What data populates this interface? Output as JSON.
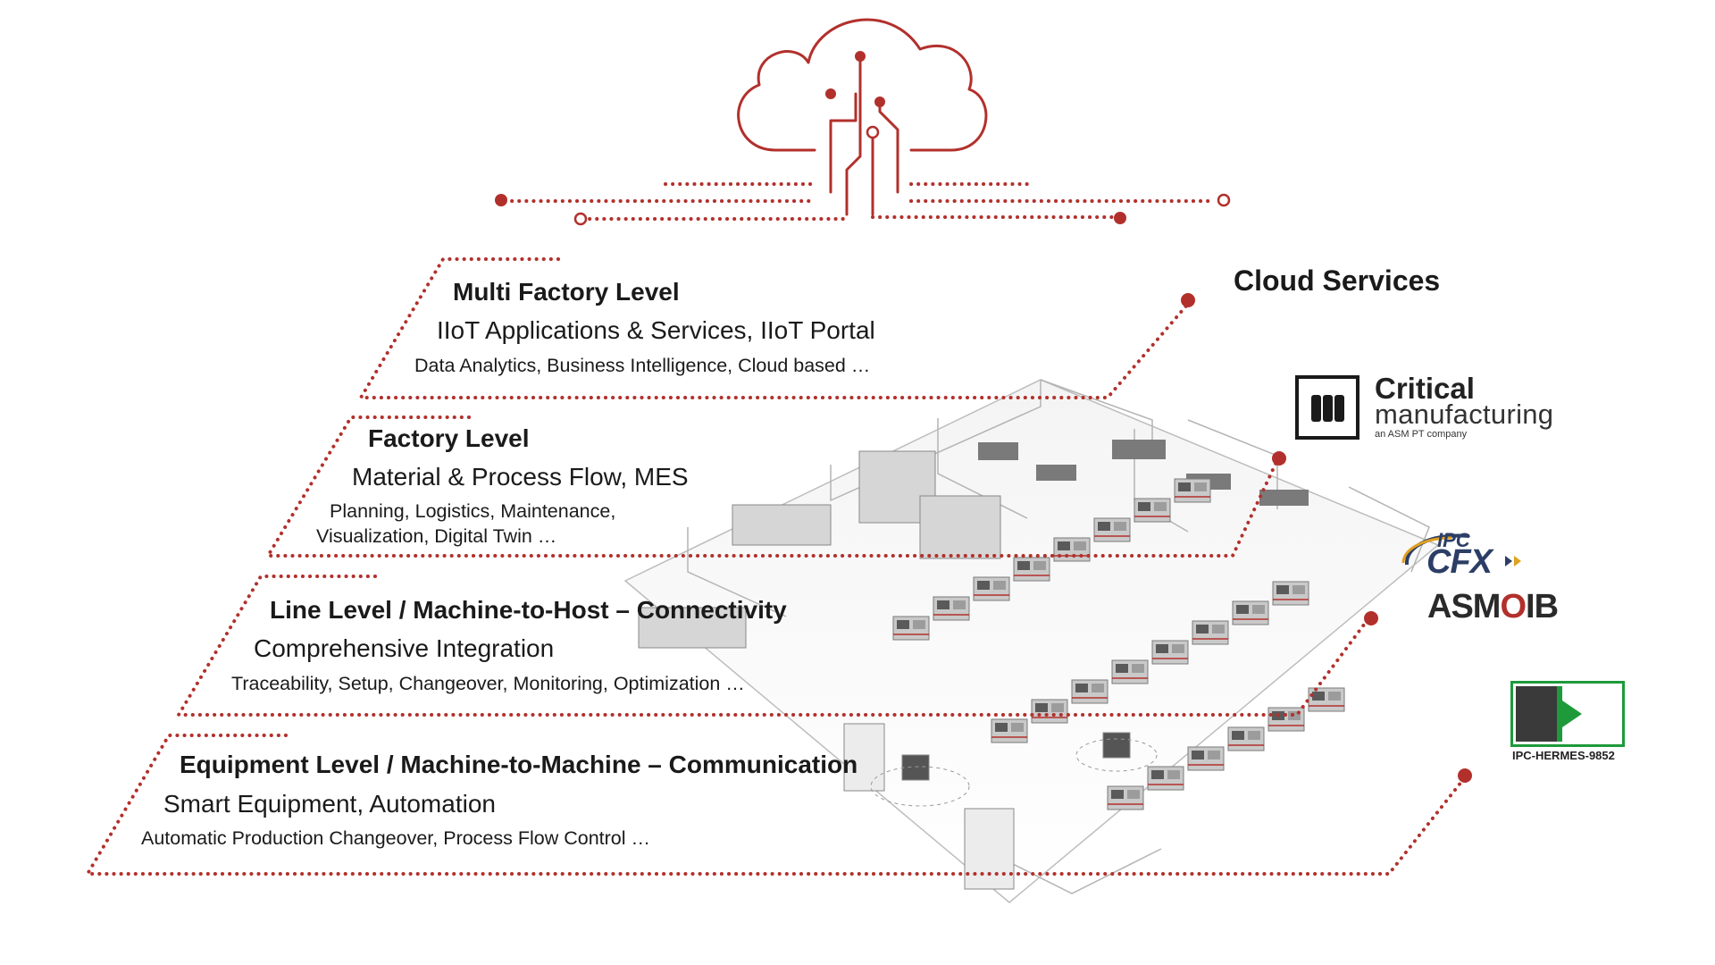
{
  "levels": [
    {
      "title": "Multi Factory Level",
      "subtitle": "IIoT Applications & Services, IIoT Portal",
      "details": [
        "Data Analytics, Business Intelligence, Cloud based …"
      ]
    },
    {
      "title": "Factory Level",
      "subtitle": "Material & Process Flow, MES",
      "details": [
        "Planning, Logistics, Maintenance,",
        "Visualization, Digital Twin …"
      ]
    },
    {
      "title": "Line Level / Machine-to-Host – Connectivity",
      "subtitle": "Comprehensive Integration",
      "details": [
        "Traceability, Setup, Changeover, Monitoring, Optimization …"
      ]
    },
    {
      "title": "Equipment Level / Machine-to-Machine – Communication",
      "subtitle": "Smart Equipment, Automation",
      "details": [
        "Automatic Production Changeover, Process Flow Control …"
      ]
    }
  ],
  "cloud": {
    "title": "Cloud Services",
    "icon": "cloud-circuit-icon"
  },
  "logos": {
    "critical_manufacturing": {
      "icon": "critical-manufacturing-logo",
      "name": "Critical",
      "name2": "manufacturing",
      "tagline": "an ASM PT company"
    },
    "ipc_cfx": {
      "icon": "ipc-cfx-logo",
      "prefix": "IPC",
      "name": "CFX"
    },
    "asm_oib": {
      "icon": "asm-oib-logo",
      "text_a": "ASM",
      "text_b": "O",
      "text_c": "IB"
    },
    "ipc_hermes": {
      "icon": "ipc-hermes-logo",
      "caption": "IPC-HERMES-9852"
    }
  },
  "colors": {
    "accent": "#b2302c",
    "text": "#1a1a1a",
    "machine_gray": "#8a8a8a",
    "hermes_green": "#1e9a3a",
    "cfx_blue": "#2c3e66"
  }
}
